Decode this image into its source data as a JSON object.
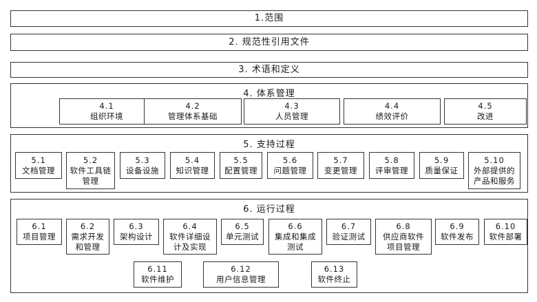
{
  "sections": {
    "s1": "1.范围",
    "s2": "2. 规范性引用文件",
    "s3": "3. 术语和定义",
    "s4": "4. 体系管理",
    "s5": "5. 支持过程",
    "s6": "6. 运行过程"
  },
  "system_management": [
    {
      "num": "4.1",
      "lines": [
        "组织环境"
      ]
    },
    {
      "num": "4.2",
      "lines": [
        "管理体系基础"
      ]
    },
    {
      "num": "4.3",
      "lines": [
        "人员管理"
      ]
    },
    {
      "num": "4.4",
      "lines": [
        "绩效评价"
      ]
    },
    {
      "num": "4.5",
      "lines": [
        "改进"
      ]
    }
  ],
  "support_process": [
    {
      "num": "5.1",
      "lines": [
        "文档管理"
      ]
    },
    {
      "num": "5.2",
      "lines": [
        "软件工具链",
        "管理"
      ]
    },
    {
      "num": "5.3",
      "lines": [
        "设备设施"
      ]
    },
    {
      "num": "5.4",
      "lines": [
        "知识管理"
      ]
    },
    {
      "num": "5.5",
      "lines": [
        "配置管理"
      ]
    },
    {
      "num": "5.6",
      "lines": [
        "问题管理"
      ]
    },
    {
      "num": "5.7",
      "lines": [
        "变更管理"
      ]
    },
    {
      "num": "5.8",
      "lines": [
        "评审管理"
      ]
    },
    {
      "num": "5.9",
      "lines": [
        "质量保证"
      ]
    },
    {
      "num": "5.10",
      "lines": [
        "外部提供的",
        "产品和服务"
      ]
    }
  ],
  "operation_process": [
    {
      "num": "6.1",
      "lines": [
        "项目管理"
      ]
    },
    {
      "num": "6.2",
      "lines": [
        "需求开发",
        "和管理"
      ]
    },
    {
      "num": "6.3",
      "lines": [
        "架构设计"
      ]
    },
    {
      "num": "6.4",
      "lines": [
        "软件详细设",
        "计及实现"
      ]
    },
    {
      "num": "6.5",
      "lines": [
        "单元测试"
      ]
    },
    {
      "num": "6.6",
      "lines": [
        "集成和集成",
        "测试"
      ]
    },
    {
      "num": "6.7",
      "lines": [
        "验证测试"
      ]
    },
    {
      "num": "6.8",
      "lines": [
        "供应商软件",
        "项目管理"
      ]
    },
    {
      "num": "6.9",
      "lines": [
        "软件发布"
      ]
    },
    {
      "num": "6.10",
      "lines": [
        "软件部署"
      ]
    },
    {
      "num": "6.11",
      "lines": [
        "软件维护"
      ]
    },
    {
      "num": "6.12",
      "lines": [
        "用户信息管理"
      ]
    },
    {
      "num": "6.13",
      "lines": [
        "软件终止"
      ]
    }
  ]
}
